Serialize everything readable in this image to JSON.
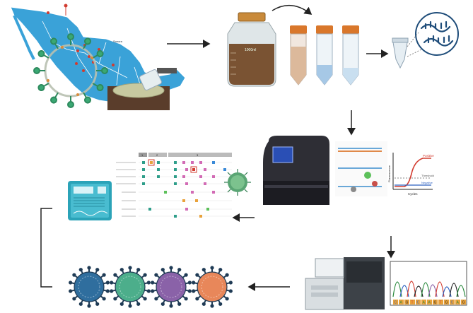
{
  "labels": {
    "bottle_volume": "1000ml",
    "map_label": "Sonora",
    "pcr_positive": "Positive",
    "pcr_threshold": "Threshold",
    "pcr_negative": "Negative",
    "pcr_y_axis": "Fluorescence",
    "pcr_x_axis": "Cycles",
    "heatmap_col_headers": [
      "1",
      "2",
      "3"
    ]
  },
  "sequence_bases": [
    "C",
    "A",
    "G",
    "T",
    "C",
    "A",
    "A",
    "G",
    "T",
    "G",
    "C",
    "A",
    "G"
  ],
  "colors": {
    "arrow": "#222222",
    "mexico": "#3aa2d8",
    "virus_teal": "#2e8fa8",
    "tube_cap": "#d9772b",
    "positive_curve": "#d23b2f",
    "negative_curve": "#2b5fbf",
    "virus_variants": [
      "#2f6e9e",
      "#4cae8b",
      "#8a62a8",
      "#e8875a"
    ]
  },
  "icons": {
    "mexico_map": "mexico-map-icon",
    "wastewater_sampling": "wastewater-sampling-icon",
    "sample_bottle": "sample-bottle-icon",
    "centrifuge_tubes": "centrifuge-tube-icon",
    "rna_extraction": "rna-extraction-icon",
    "qpcr_machine": "qpcr-machine-icon",
    "sequencer": "sequencer-icon",
    "bioinformatics": "bioinformatics-icon",
    "variants": "virus-variant-icon"
  }
}
